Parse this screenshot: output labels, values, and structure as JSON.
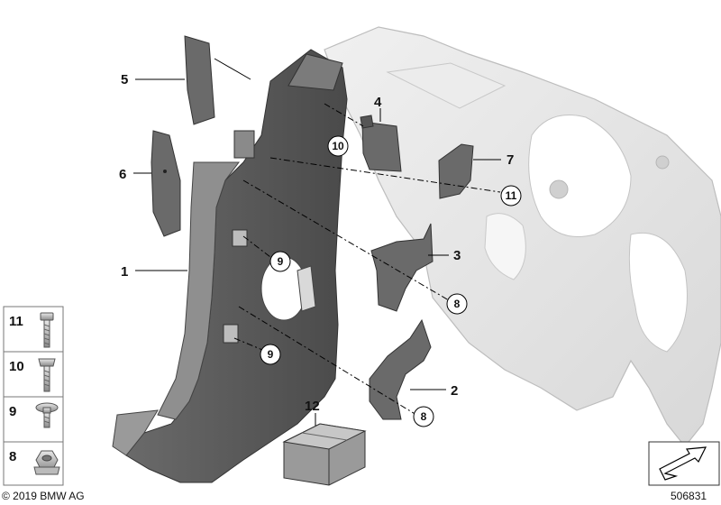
{
  "callouts": {
    "c1": "1",
    "c2": "2",
    "c3": "3",
    "c4": "4",
    "c5": "5",
    "c6": "6",
    "c7": "7",
    "c12": "12"
  },
  "circled": {
    "i8a": "8",
    "i8b": "8",
    "i9a": "9",
    "i9b": "9",
    "i10": "10",
    "i11": "11"
  },
  "legend": [
    "11",
    "10",
    "9",
    "8"
  ],
  "copyright": "© 2019 BMW AG",
  "diagram_number": "506831",
  "colors": {
    "part_dark": "#5a5a5a",
    "part_mid": "#6e6e6e",
    "body_light": "#e3e3e3",
    "body_edge": "#c4c4c4"
  },
  "icons": [
    "screw-icon",
    "bolt-icon",
    "flange-screw-icon",
    "hex-nut-icon",
    "box-icon",
    "navigation-arrow-icon"
  ]
}
